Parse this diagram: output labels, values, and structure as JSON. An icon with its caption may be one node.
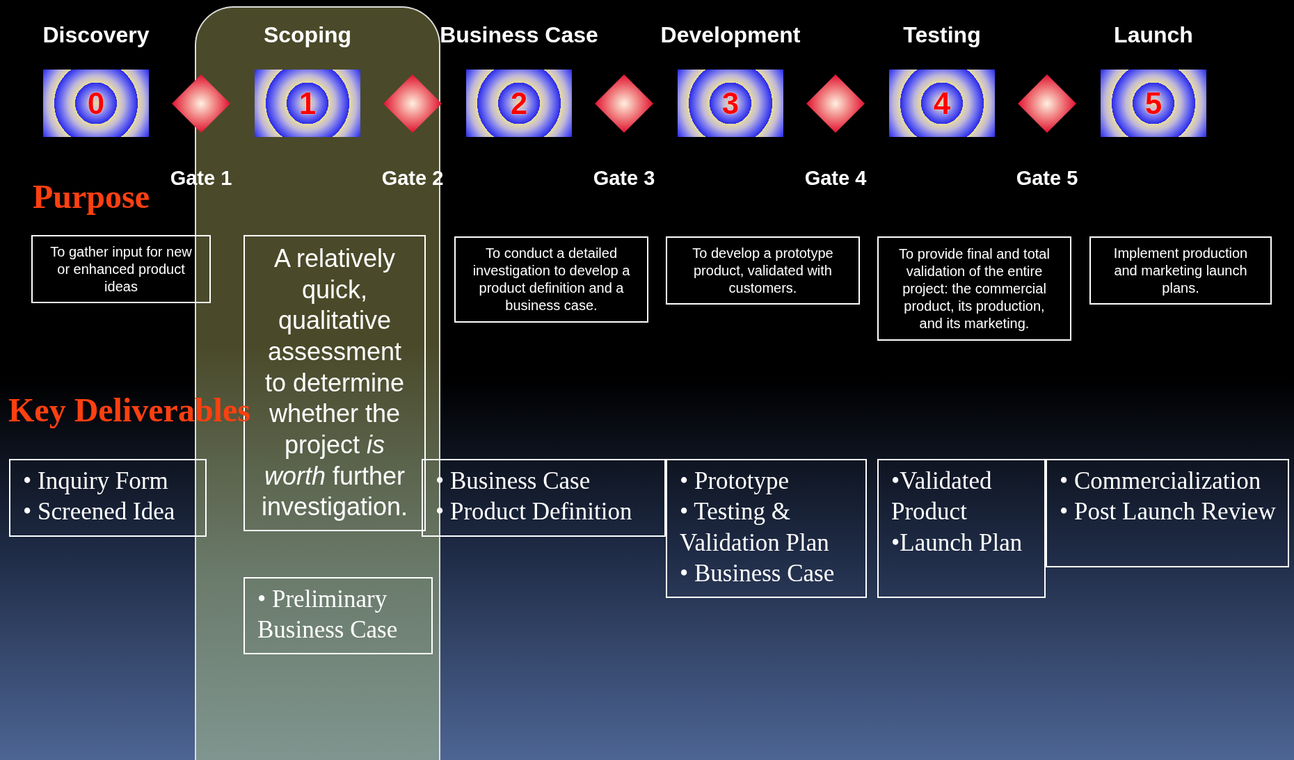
{
  "diagram": {
    "nodes": [
      {
        "text": [
          "Discovery",
          "0"
        ]
      },
      {
        "text": [
          "Scoping",
          "1"
        ]
      },
      {
        "text": [
          "Business Case",
          "2"
        ]
      },
      {
        "text": [
          "Development",
          "3"
        ]
      },
      {
        "text": [
          "Testing",
          "4"
        ]
      },
      {
        "text": [
          "Launch",
          "5"
        ]
      },
      {
        "text": [],
        "shape": "diamond",
        "beside": [
          "Gate 1"
        ]
      },
      {
        "text": [],
        "shape": "diamond",
        "beside": [
          "Gate 2"
        ]
      },
      {
        "text": [],
        "shape": "diamond",
        "beside": [
          "Gate 3"
        ]
      },
      {
        "text": [],
        "shape": "diamond",
        "beside": [
          "Gate 4"
        ]
      },
      {
        "text": [],
        "shape": "diamond",
        "beside": [
          "Gate 5"
        ]
      },
      {
        "text": [
          "To gather input for new or enhanced product ideas"
        ]
      },
      {
        "text": [
          "A relatively quick, qualitative assessment to determine whether the project *is worth* further investigation."
        ]
      },
      {
        "text": [
          "To conduct a detailed investigation to develop a product definition and a business case."
        ]
      },
      {
        "text": [
          "To develop a prototype product, validated with customers."
        ]
      },
      {
        "text": [
          "To provide final and total validation of the entire project: the commercial product, its production, and its marketing."
        ]
      },
      {
        "text": [
          "Implement production and marketing launch plans."
        ]
      },
      {
        "text": [
          "• Inquiry Form",
          "• Screened Idea"
        ]
      },
      {
        "text": [
          "• Preliminary Business Case"
        ]
      },
      {
        "text": [
          "• Business Case",
          "• Product Definition"
        ]
      },
      {
        "text": [
          "• Prototype",
          "• Testing & Validation Plan",
          "• Business Case"
        ]
      },
      {
        "text": [
          "•Validated Product",
          "•Launch Plan"
        ]
      },
      {
        "text": [
          "• Commercialization",
          "• Post Launch Review"
        ]
      }
    ],
    "labels": [
      "Purpose",
      "Key Deliverables"
    ]
  }
}
